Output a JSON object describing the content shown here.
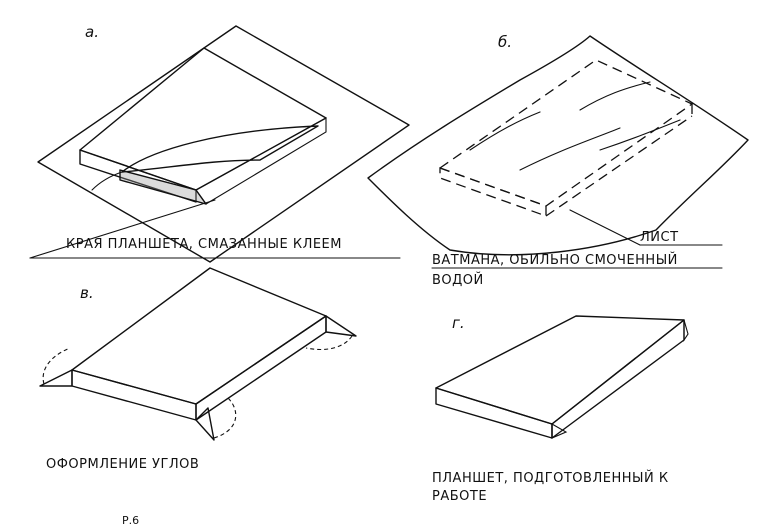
{
  "panels": {
    "a": {
      "letter": "а.",
      "caption": "КРАЯ ПЛАНШЕТА, СМАЗАННЫЕ КЛЕЕМ"
    },
    "b": {
      "letter": "б.",
      "caption_line1": "ЛИСТ",
      "caption_line2": "ВАТМАНА, ОБИЛЬНО СМОЧЕННЫЙ",
      "caption_line3": "ВОДОЙ"
    },
    "v": {
      "letter": "в.",
      "caption": "ОФОРМЛЕНИЕ УГЛОВ"
    },
    "g": {
      "letter": "г.",
      "caption_line1": "ПЛАНШЕТ, ПОДГОТОВЛЕННЫЙ К",
      "caption_line2": "РАБОТЕ"
    }
  },
  "footer_fragment": "Р.6",
  "colors": {
    "ink": "#111111",
    "paper": "#ffffff"
  }
}
